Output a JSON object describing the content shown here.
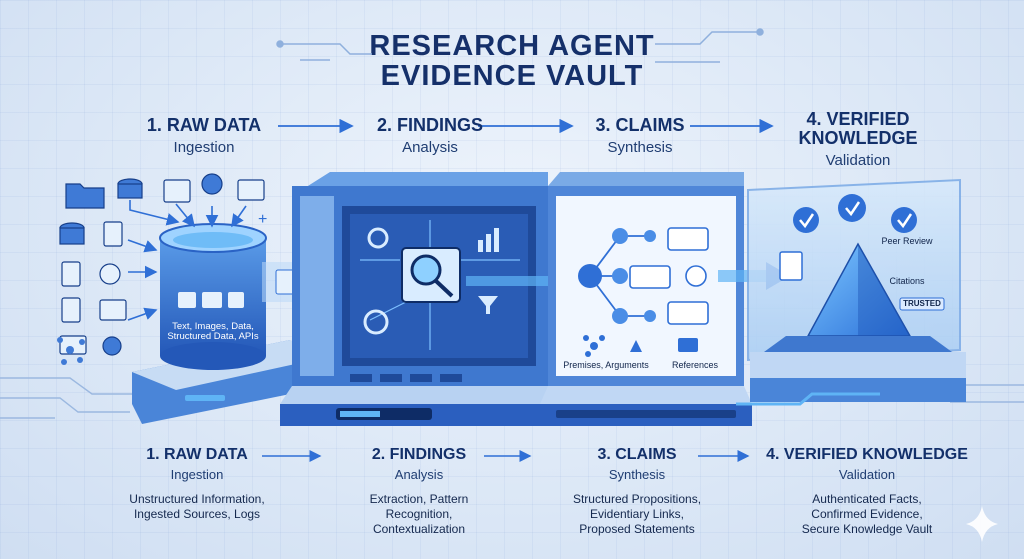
{
  "title": {
    "line1": "RESEARCH AGENT",
    "line2": "EVIDENCE VAULT"
  },
  "top_stages": [
    {
      "heading": "1. RAW DATA",
      "sub": "Ingestion"
    },
    {
      "heading": "2. FINDINGS",
      "sub": "Analysis"
    },
    {
      "heading": "3. CLAIMS",
      "sub": "Synthesis"
    },
    {
      "heading": "4. VERIFIED\nKNOWLEDGE",
      "sub": "Validation"
    }
  ],
  "bottom_stages": [
    {
      "heading": "1. RAW DATA",
      "sub": "Ingestion",
      "desc": "Unstructured Information,\nIngested Sources, Logs"
    },
    {
      "heading": "2. FINDINGS",
      "sub": "Analysis",
      "desc": "Extraction, Pattern\nRecognition,\nContextualization"
    },
    {
      "heading": "3. CLAIMS",
      "sub": "Synthesis",
      "desc": "Structured Propositions,\nEvidentiary Links,\nProposed Statements"
    },
    {
      "heading": "4. VERIFIED KNOWLEDGE",
      "sub": "Validation",
      "desc": "Authenticated Facts,\nConfirmed Evidence,\nSecure Knowledge Vault"
    }
  ],
  "illustration": {
    "cylinder_label": "Text, Images, Data,\nStructured Data,\nAPIs",
    "claims_footer": {
      "left": "Premises, Arguments",
      "right": "References"
    },
    "vault_labels": {
      "peer_review": "Peer Review",
      "citations": "Citations",
      "trusted_badge": "TRUSTED"
    }
  },
  "colors": {
    "primary": "#2f6fd6",
    "accent": "#5fb4f5",
    "dark": "#13306a",
    "glass": "#bcd8f7"
  }
}
